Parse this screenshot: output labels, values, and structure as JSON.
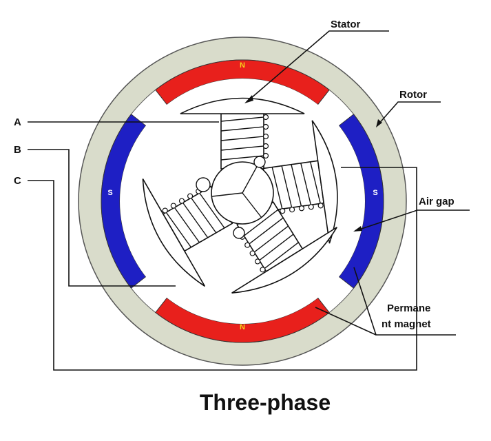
{
  "diagram": {
    "title": "Three-phase",
    "labels": {
      "stator": "Stator",
      "rotor": "Rotor",
      "air_gap": "Air gap",
      "permanent_magnet_line1": "Permane",
      "permanent_magnet_line2": "nt magnet",
      "phase_a": "A",
      "phase_b": "B",
      "phase_c": "C"
    },
    "magnets": {
      "top": "N",
      "bottom": "N",
      "left": "S",
      "right": "S"
    },
    "colors": {
      "rotor_ring": "#d9dccb",
      "north_pole": "#e8201c",
      "south_pole": "#1e1fc4",
      "magnet_text": "#f5d21a"
    }
  }
}
